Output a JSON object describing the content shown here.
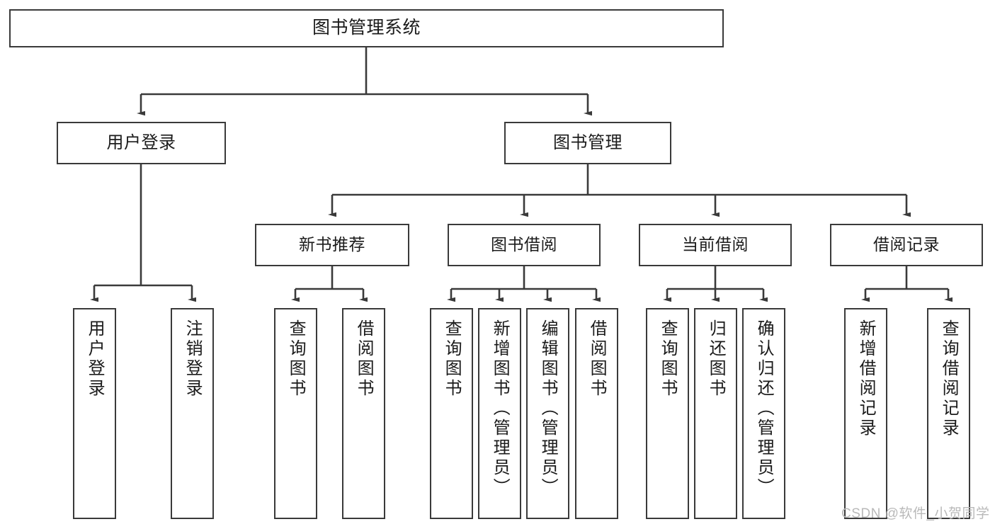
{
  "diagram": {
    "type": "hierarchy-tree",
    "title": "图书管理系统",
    "root": {
      "label": "图书管理系统"
    },
    "level2": [
      {
        "label": "用户登录"
      },
      {
        "label": "图书管理"
      }
    ],
    "level3": [
      {
        "label": "新书推荐",
        "parent": "图书管理"
      },
      {
        "label": "图书借阅",
        "parent": "图书管理"
      },
      {
        "label": "当前借阅",
        "parent": "图书管理"
      },
      {
        "label": "借阅记录",
        "parent": "图书管理"
      }
    ],
    "leaves": {
      "user_login": [
        {
          "label": "用户登录"
        },
        {
          "label": "注销登录"
        }
      ],
      "new_book_recommend": [
        {
          "label": "查询图书"
        },
        {
          "label": "借阅图书"
        }
      ],
      "book_borrow": [
        {
          "label": "查询图书"
        },
        {
          "label": "新增图书（管理员）"
        },
        {
          "label": "编辑图书（管理员）"
        },
        {
          "label": "借阅图书"
        }
      ],
      "current_borrow": [
        {
          "label": "查询图书"
        },
        {
          "label": "归还图书"
        },
        {
          "label": "确认归还（管理员）"
        }
      ],
      "borrow_record": [
        {
          "label": "新增借阅记录"
        },
        {
          "label": "查询借阅记录"
        }
      ]
    }
  },
  "watermark": {
    "text": "CSDN @软件_小贺同学"
  },
  "colors": {
    "border": "#3a3a3a",
    "background": "#ffffff",
    "text": "#1b1b1b",
    "watermark": "#b9b9b9"
  }
}
